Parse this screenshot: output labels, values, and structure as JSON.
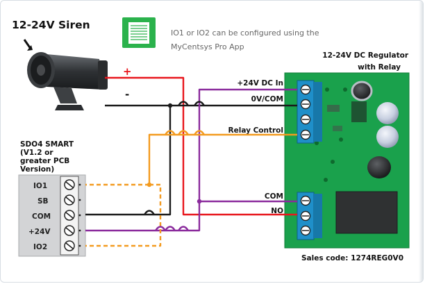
{
  "siren": {
    "title": "12-24V Siren",
    "plus": "+",
    "minus": "-"
  },
  "note": {
    "line1": "IO1 or IO2 can be configured using the",
    "line2": "MyCentsys Pro App"
  },
  "regulator": {
    "title_line1": "12-24V DC Regulator",
    "title_line2": "with Relay",
    "terminal_supply": "+24V DC In",
    "terminal_common": "0V/COM",
    "terminal_control": "Relay Control",
    "relay_com": "COM",
    "relay_no": "NO",
    "sales_code": "Sales code: 1274REG0V0"
  },
  "controller": {
    "title_lines": [
      "SDO4 SMART",
      "(V1.2 or",
      "greater PCB",
      "Version)"
    ],
    "pins": [
      "IO1",
      "SB",
      "COM",
      "+24V",
      "IO2"
    ]
  },
  "colors": {
    "wire_red": "#e8161c",
    "wire_black": "#1a1a1a",
    "wire_purple": "#8a2a9c",
    "wire_orange": "#f39a1e",
    "pcb_green": "#1aa14c",
    "terminal_blue": "#1f8fc9"
  }
}
